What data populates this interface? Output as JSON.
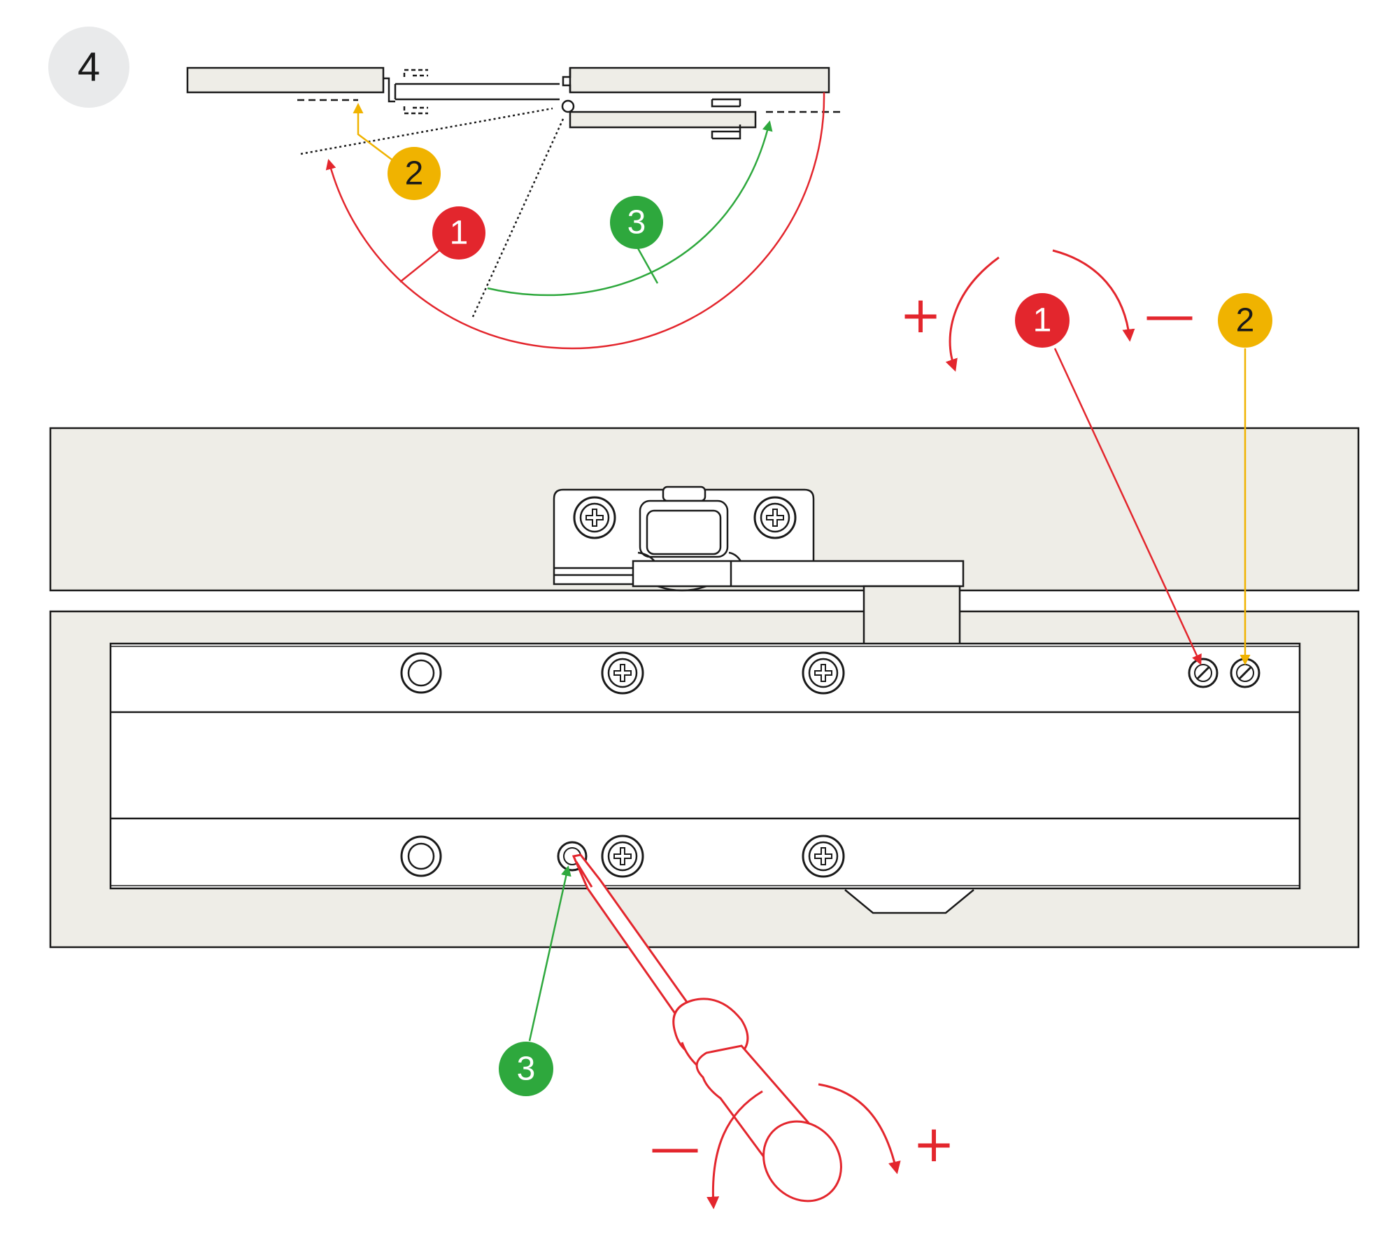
{
  "step": {
    "number": "4"
  },
  "badges": {
    "top_1": "1",
    "top_2": "2",
    "top_3": "3",
    "right_1": "1",
    "right_2": "2",
    "bottom_3": "3"
  },
  "signs": {
    "upper_plus": "+",
    "upper_minus": "—",
    "lower_minus": "—",
    "lower_plus": "+"
  },
  "colors": {
    "red": "#e3262d",
    "yellow": "#f0b300",
    "green": "#2ea83d",
    "panel": "#eeede7",
    "ink": "#1a1a1a",
    "step_bg": "#e9eaeb"
  }
}
